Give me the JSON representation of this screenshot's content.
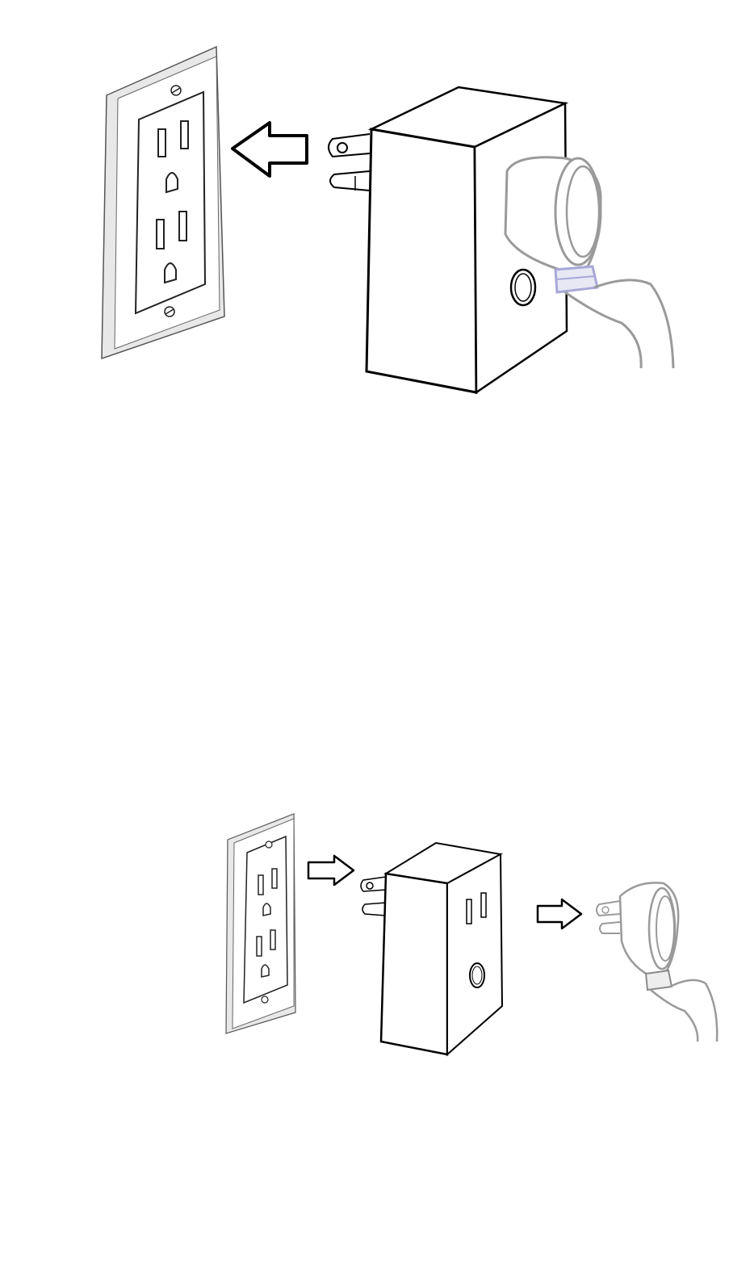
{
  "colors": {
    "ink": "#000000",
    "plate_fill": "#ffffff",
    "plate_shade": "#e6e6e6",
    "plate_edge": "#555555",
    "cord_gray": "#9a9a9a",
    "cord_band": "#a8a8d8",
    "background": "#ffffff"
  },
  "icons": {
    "outlet": "wall-outlet-icon",
    "adapter": "plug-in-adapter-icon",
    "cord_plug": "power-cord-plug-icon",
    "arrow": "arrow-icon"
  },
  "steps": [
    {
      "name": "insert-adapter-into-outlet",
      "arrow_direction": "left"
    },
    {
      "name": "outlet-adapter-cord-sequence",
      "arrow_directions": [
        "right",
        "right"
      ]
    }
  ]
}
